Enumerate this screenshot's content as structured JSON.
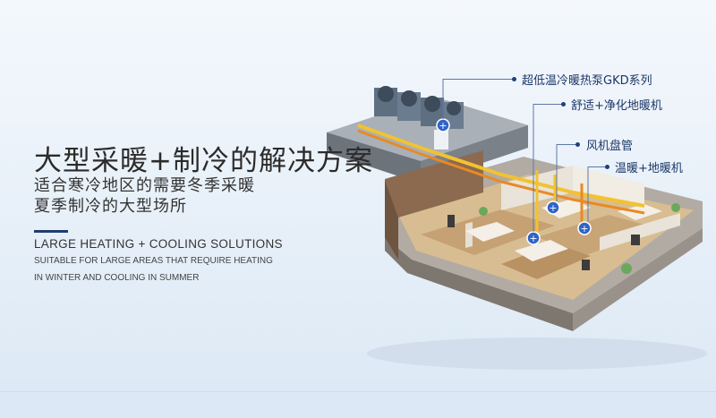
{
  "headline": {
    "cn_title": "大型采暖+制冷的解决方案",
    "cn_sub1": "适合寒冷地区的需要冬季采暖",
    "cn_sub2": "夏季制冷的大型场所",
    "en_title": "LARGE HEATING + COOLING SOLUTIONS",
    "en_sub1": "SUITABLE FOR LARGE AREAS THAT REQUIRE HEATING",
    "en_sub2": "IN WINTER AND COOLING IN SUMMER"
  },
  "callouts": [
    {
      "label": "超低温冷暖热泵GKD系列"
    },
    {
      "label": "舒适+净化地暖机"
    },
    {
      "label": "风机盘管"
    },
    {
      "label": "温暖+地暖机"
    }
  ],
  "colors": {
    "accent": "#1f3b6f",
    "pipe_yellow": "#f2c230",
    "pipe_orange": "#e98a24",
    "marker_blue": "#2f63c6"
  }
}
